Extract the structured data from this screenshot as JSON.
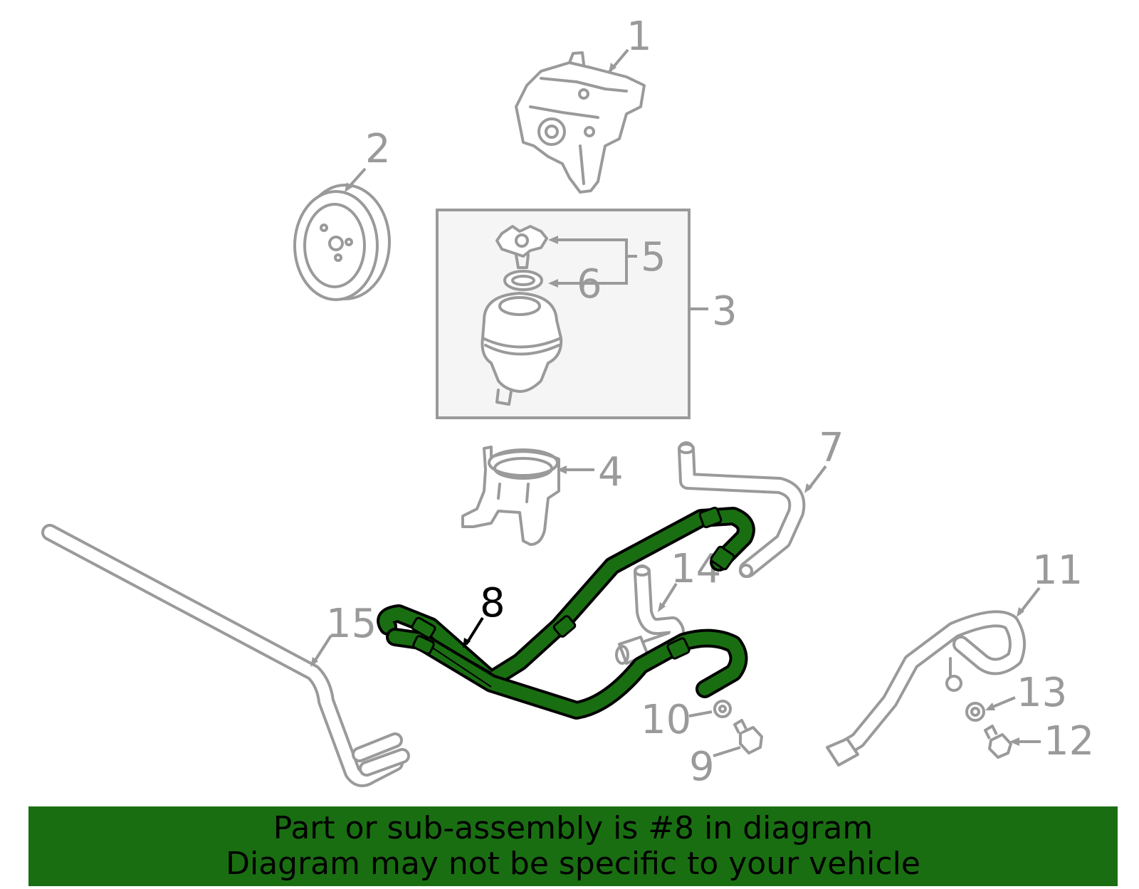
{
  "diagram": {
    "highlighted_part": "8",
    "colors": {
      "highlight": "#1a6e12",
      "parts": "#9a9a9a",
      "banner": "#1a6e12"
    },
    "callouts": [
      "1",
      "2",
      "3",
      "4",
      "5",
      "6",
      "7",
      "8",
      "9",
      "10",
      "11",
      "12",
      "13",
      "14",
      "15"
    ]
  },
  "banner": {
    "line1": "Part or sub-assembly is #8 in diagram",
    "line2": "Diagram may not be specific to your vehicle"
  }
}
